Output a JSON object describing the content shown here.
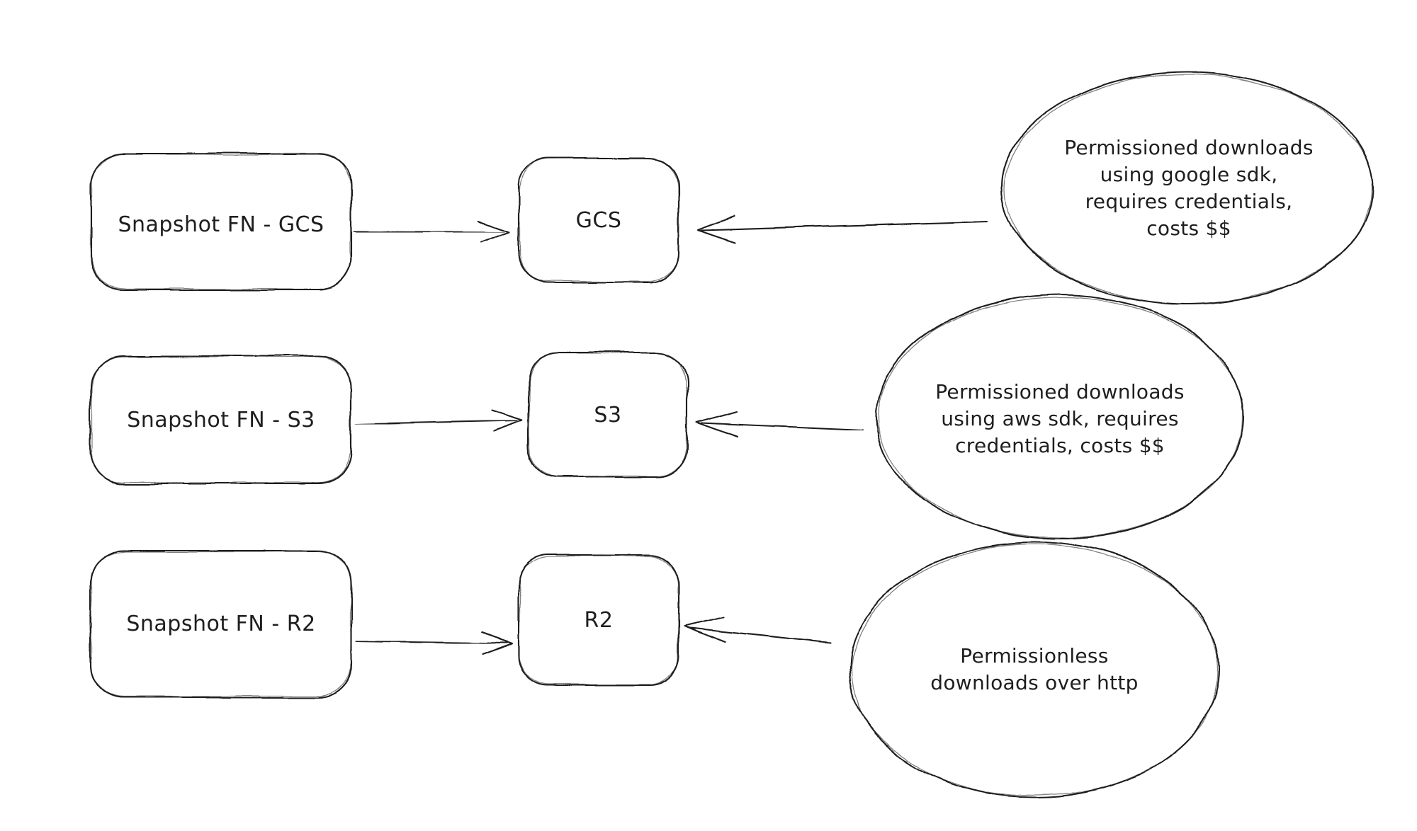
{
  "diagram": {
    "colors": {
      "ink": "#1e1e1e",
      "background": "#ffffff"
    },
    "rows": [
      {
        "source_label": "Snapshot FN - GCS",
        "target_label": "GCS",
        "note_lines": {
          "l1": "Permissioned downloads",
          "l2": "using google sdk,",
          "l3": "requires credentials,",
          "l4": "costs $$"
        }
      },
      {
        "source_label": "Snapshot FN - S3",
        "target_label": "S3",
        "note_lines": {
          "l1": "Permissioned downloads",
          "l2": "using aws sdk, requires",
          "l3": "credentials, costs $$"
        }
      },
      {
        "source_label": "Snapshot FN - R2",
        "target_label": "R2",
        "note_lines": {
          "l1": "Permissionless",
          "l2": "downloads over http"
        }
      }
    ]
  }
}
